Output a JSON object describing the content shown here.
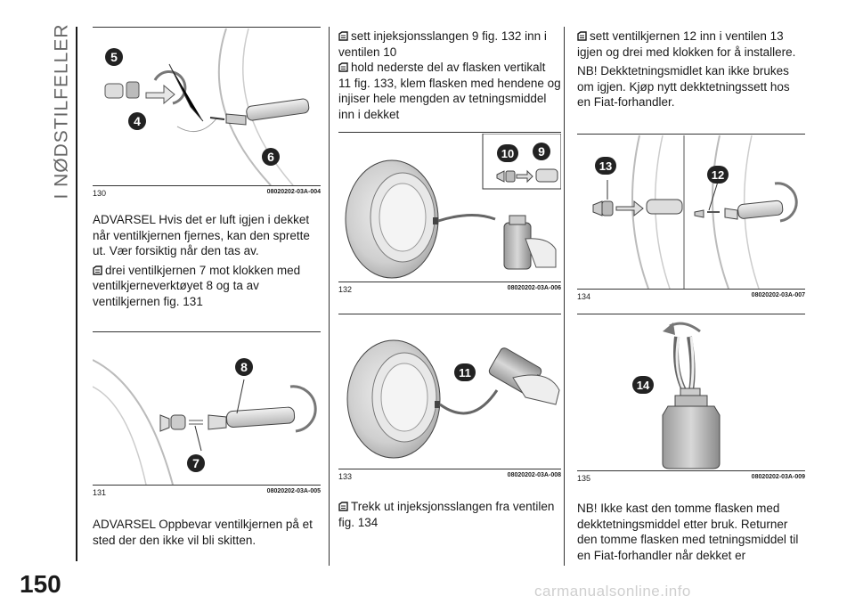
{
  "section_title": "I NØDSTILFELLER",
  "page_number": "150",
  "watermark": "carmanualsonline.info",
  "figures": {
    "f130": {
      "num": "130",
      "code": "08020202-03A-004",
      "callouts": [
        "5",
        "4",
        "6"
      ]
    },
    "f131": {
      "num": "131",
      "code": "08020202-03A-005",
      "callouts": [
        "8",
        "7"
      ]
    },
    "f132": {
      "num": "132",
      "code": "08020202-03A-006",
      "callouts": [
        "10",
        "9"
      ]
    },
    "f133": {
      "num": "133",
      "code": "08020202-03A-008",
      "callouts": [
        "11"
      ]
    },
    "f134": {
      "num": "134",
      "code": "08020202-03A-007",
      "callouts": [
        "13",
        "12"
      ]
    },
    "f135": {
      "num": "135",
      "code": "08020202-03A-009",
      "callouts": [
        "14"
      ]
    }
  },
  "col1": {
    "warning1": "ADVARSEL Hvis det er luft igjen i dekket når ventilkjernen fjernes, kan den sprette ut. Vær forsiktig når den tas av.",
    "step1": "drei ventilkjernen 7 mot klokken med ventilkjerneverktøyet 8 og ta av ventilkjernen fig. 131",
    "warning2": "ADVARSEL Oppbevar ventilkjernen på et sted der den ikke vil bli skitten."
  },
  "col2": {
    "step1": "sett injeksjonsslangen 9 fig. 132 inn i ventilen 10",
    "step2": "hold nederste del av flasken vertikalt 11 fig. 133, klem flasken med hendene og injiser hele mengden av tetningsmiddel inn i dekket",
    "step3": "Trekk ut injeksjonsslangen fra ventilen fig. 134"
  },
  "col3": {
    "step1": "sett ventilkjernen 12 inn i ventilen 13 igjen og drei med klokken for å installere.",
    "note1": "NB! Dekktetningsmidlet kan ikke brukes om igjen. Kjøp nytt dekktetningssett hos en Fiat-forhandler.",
    "note2": "NB! Ikke kast den tomme flasken med dekktetningsmiddel etter bruk. Returner den tomme flasken med tetningsmiddel til en Fiat-forhandler når dekket er"
  },
  "icons": {
    "bullet": "wrench-bullet-icon",
    "callout": "number-badge-icon"
  },
  "colors": {
    "badge": "#222222",
    "figure_gray": "#d4d4d4"
  }
}
